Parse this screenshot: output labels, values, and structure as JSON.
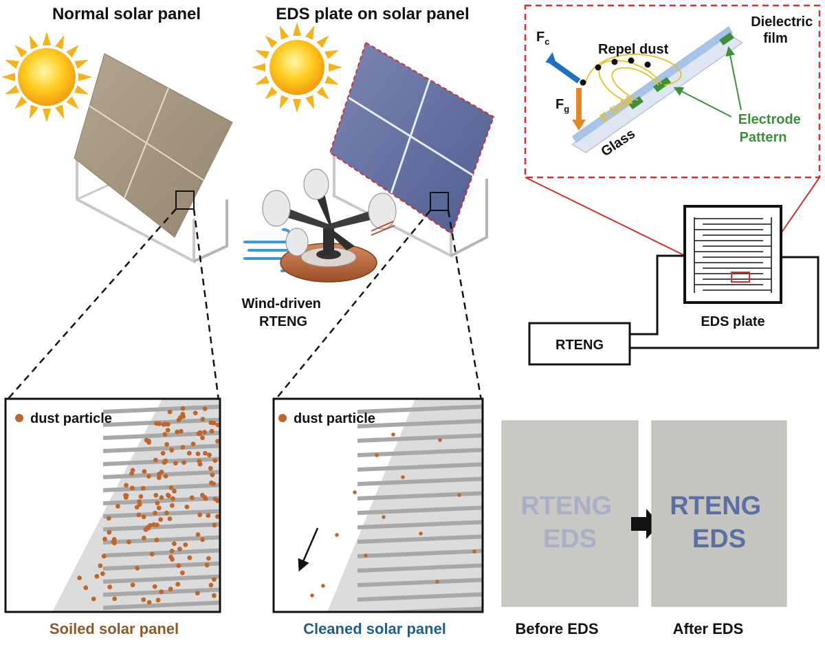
{
  "headers": {
    "normal_panel": "Normal solar panel",
    "eds_panel": "EDS plate on solar panel"
  },
  "wind_label": {
    "line1": "Wind-driven",
    "line2": "RTENG"
  },
  "inset": {
    "fc": "F",
    "fc_sub": "c",
    "fg": "F",
    "fg_sub": "g",
    "repel_dust": "Repel dust",
    "efield": "E-field",
    "glass": "Glass",
    "dielectric_line1": "Dielectric",
    "dielectric_line2": "film",
    "electrode_line1": "Electrode",
    "electrode_line2": "Pattern"
  },
  "circuit": {
    "rteng_box": "RTENG",
    "eds_plate": "EDS plate"
  },
  "closeups": {
    "left_legend": "dust particle",
    "right_legend": "dust particle",
    "left_caption": "Soiled solar panel",
    "right_caption": "Cleaned solar panel"
  },
  "photos": {
    "before_line1": "RTENG",
    "before_line2": "EDS",
    "after_line1": "RTENG",
    "after_line2": "EDS",
    "before_caption": "Before EDS",
    "after_caption": "After EDS"
  },
  "colors": {
    "dust": "#c0662a",
    "soiled_caption": "#8b5a2b",
    "cleaned_caption": "#1f5f8b",
    "inset_border": "#d0312d",
    "electrode_green": "#3e8f3a",
    "force_fc": "#1f6fc1",
    "force_fg": "#e3872b",
    "efield_yellow": "#e5c02a",
    "glass_blue": "#a8c3e8",
    "panel_soiled": "#a89a84",
    "panel_clean": "#5f6e9e",
    "plate_text_before": "#a8b0c6",
    "plate_text_after": "#5a6fa3"
  }
}
